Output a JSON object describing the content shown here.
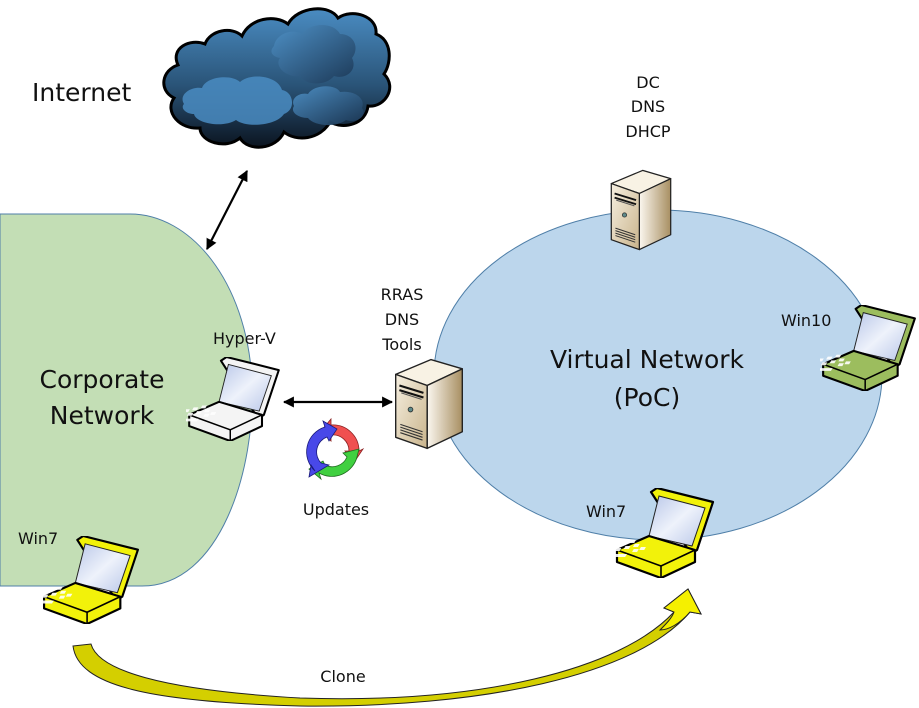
{
  "diagram": {
    "internet": {
      "label": "Internet"
    },
    "corporate_network": {
      "label_line1": "Corporate",
      "label_line2": "Network"
    },
    "virtual_network": {
      "label_line1": "Virtual Network",
      "label_line2": "(PoC)"
    },
    "dc_server": {
      "roles": [
        "DC",
        "DNS",
        "DHCP"
      ]
    },
    "rras_server": {
      "roles": [
        "RRAS",
        "DNS",
        "Tools"
      ]
    },
    "hyperv_host": {
      "label": "Hyper-V"
    },
    "win10_vm": {
      "label": "Win10"
    },
    "win7_vm": {
      "label": "Win7"
    },
    "win7_corporate": {
      "label": "Win7"
    },
    "updates": {
      "label": "Updates"
    },
    "clone": {
      "label": "Clone"
    }
  },
  "colors": {
    "corporate_fill": "#c3deb5",
    "virtual_fill": "#bcd6ec",
    "shape_border": "#4f7fa8",
    "cloud_light": "#4a8cc2",
    "cloud_dark": "#0f1a26",
    "laptop_yellow": "#f2f20a",
    "laptop_green": "#9cbd5e",
    "laptop_white": "#f4f4f4",
    "clone_arrow": "#c9c400",
    "clone_arrow_tip": "#f5f000",
    "cycle_red": "#f05050",
    "cycle_green": "#40d040",
    "cycle_blue": "#4848e8"
  }
}
